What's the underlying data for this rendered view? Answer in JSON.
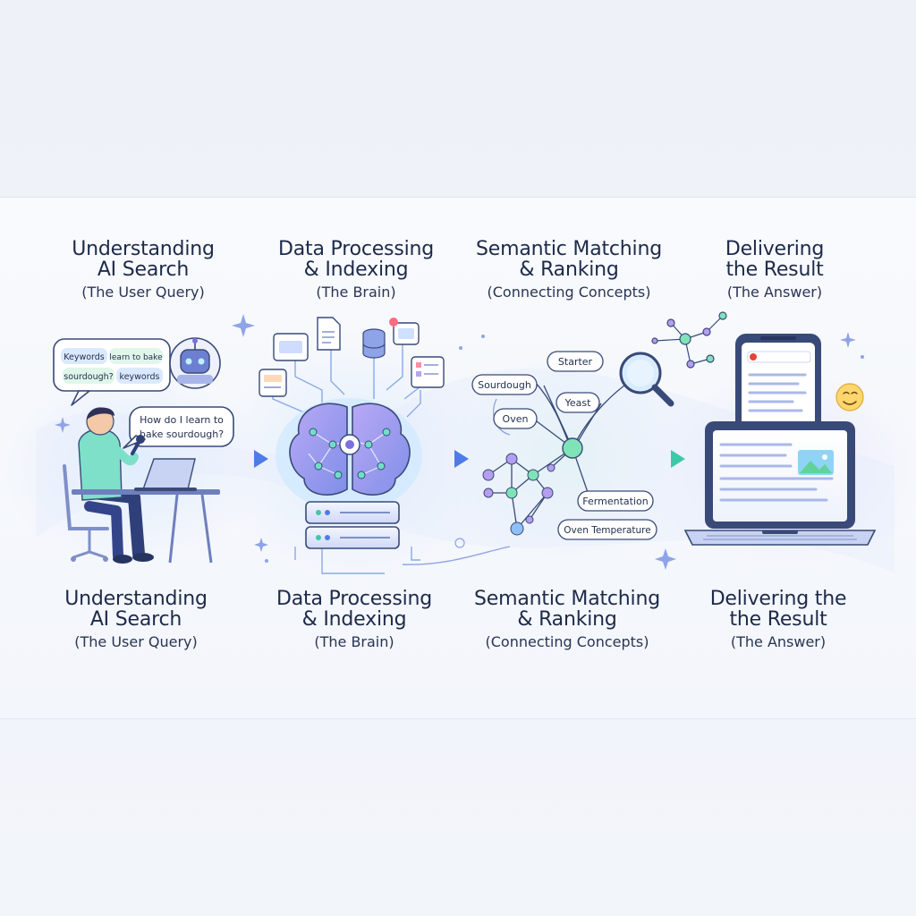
{
  "top_stages": [
    {
      "line1": "Understanding",
      "line2": "AI Search",
      "subtitle": "(The User Query)"
    },
    {
      "line1": "Data Processing",
      "line2": "& Indexing",
      "subtitle": "(The Brain)"
    },
    {
      "line1": "Semantic Matching",
      "line2": "& Ranking",
      "subtitle": "(Connecting Concepts)"
    },
    {
      "line1": "Delivering",
      "line2": "the Result",
      "subtitle": "(The Answer)"
    }
  ],
  "bottom_stages": [
    {
      "line1": "Understanding",
      "line2": "AI Search",
      "subtitle": "(The User Query)"
    },
    {
      "line1": "Data Processing",
      "line2": "& Indexing",
      "subtitle": "(The Brain)"
    },
    {
      "line1": "Semantic Matching",
      "line2": "& Ranking",
      "subtitle": "(Connecting Concepts)"
    },
    {
      "line1": "Delivering the",
      "line2": "the Result",
      "subtitle": "(The Answer)"
    }
  ],
  "query_chips": [
    "Keywords",
    "learn to bake",
    "sourdough?",
    "keywords"
  ],
  "speech_bubble": {
    "line1": "How do I learn to",
    "line2": "bake sourdough?"
  },
  "concept_nodes": [
    "Starter",
    "Sourdough",
    "Yeast",
    "Oven",
    "Fermentation",
    "Oven Temperature"
  ],
  "icons": [
    "robot-icon",
    "brain-icon",
    "server-icon",
    "magnifier-icon",
    "phone-icon",
    "laptop-icon",
    "smiley-icon",
    "database-icon"
  ],
  "colors": {
    "accent_purple": "#7c6fe0",
    "accent_blue": "#4f7be8",
    "accent_teal": "#3cc9a8",
    "accent_green": "#5fd39a",
    "text_dark": "#1e2a4a"
  }
}
